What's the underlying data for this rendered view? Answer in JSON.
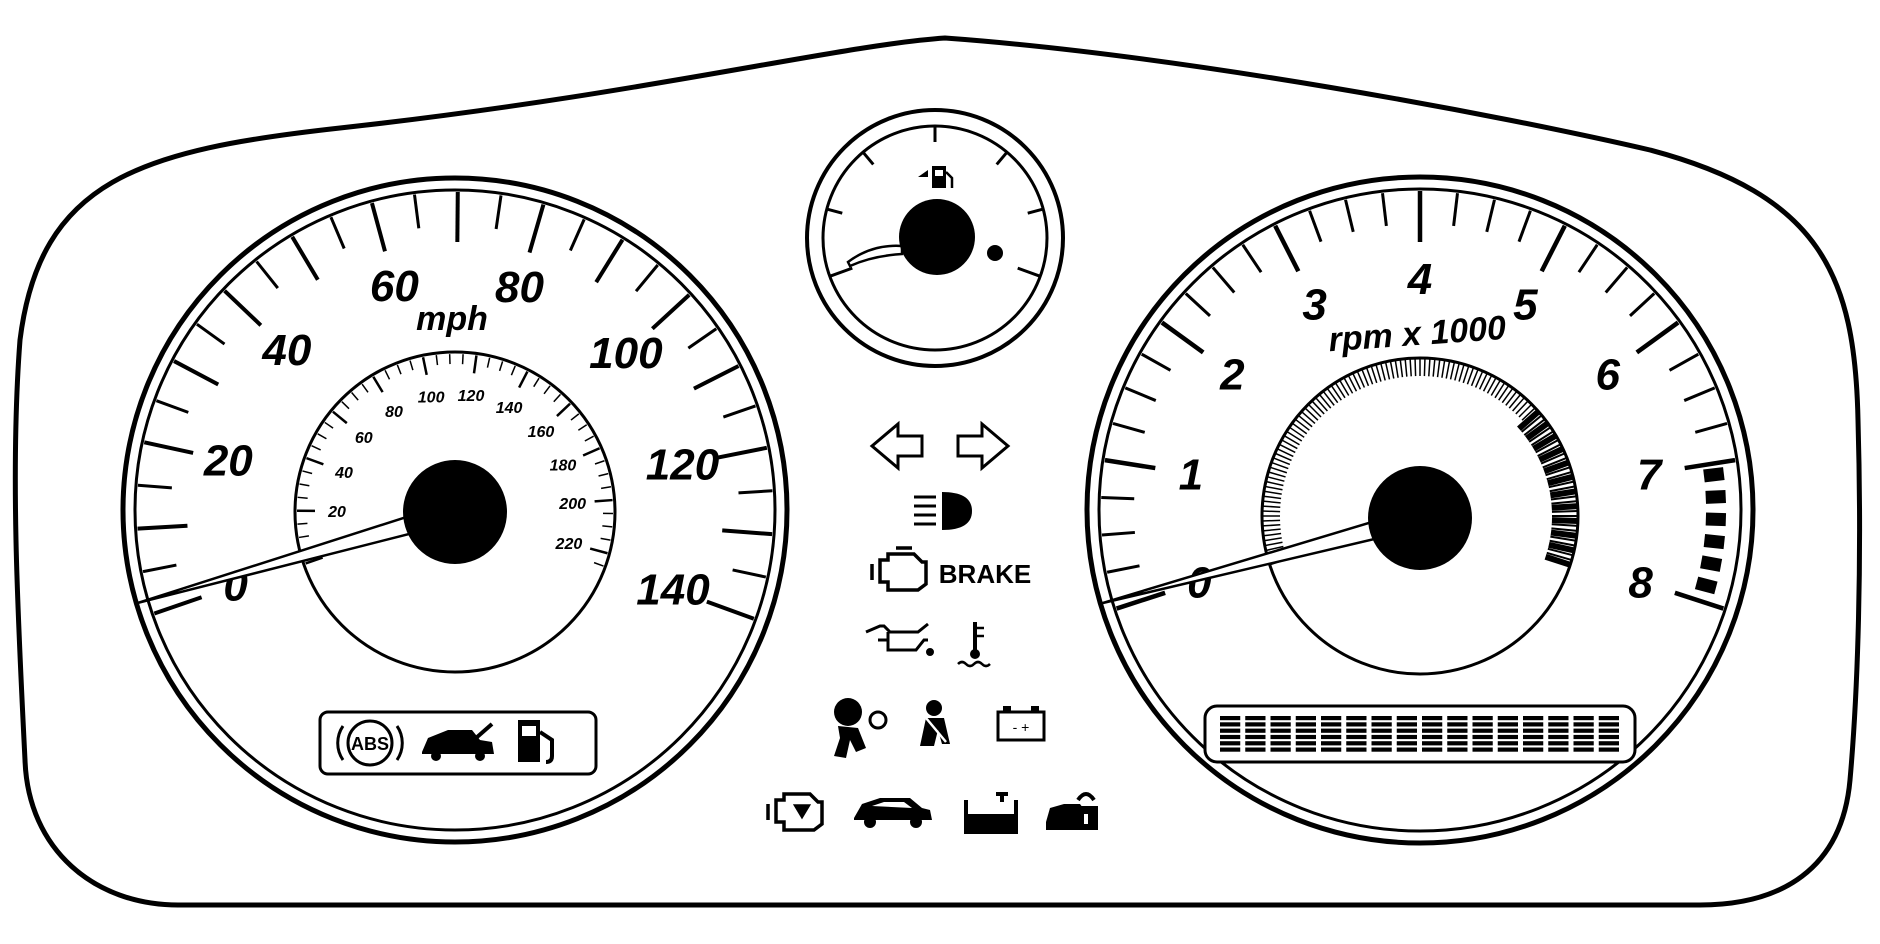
{
  "speedometer": {
    "unit_label": "mph",
    "mph_labels": [
      "0",
      "20",
      "40",
      "60",
      "80",
      "100",
      "120",
      "140"
    ],
    "mph_min": 0,
    "mph_max": 140,
    "kmh_labels": [
      "20",
      "40",
      "60",
      "80",
      "100",
      "120",
      "140",
      "160",
      "180",
      "200",
      "220"
    ],
    "kmh_max": 225,
    "needle_value": 0
  },
  "tachometer": {
    "unit_label": "rpm x 1000",
    "labels": [
      "0",
      "1",
      "2",
      "3",
      "4",
      "5",
      "6",
      "7",
      "8"
    ],
    "max": 8,
    "redline_start": 7,
    "needle_value": 0
  },
  "fuel_gauge": {
    "icon": "fuel-pump-icon",
    "direction_indicator": "left"
  },
  "indicators": {
    "brake_label": "BRAKE",
    "abs_label": "ABS",
    "battery_symbols": "- +",
    "icons": [
      "turn-left-arrow-icon",
      "turn-right-arrow-icon",
      "high-beam-icon",
      "check-engine-icon",
      "oil-pressure-icon",
      "coolant-temperature-icon",
      "airbag-icon",
      "seatbelt-icon",
      "battery-icon",
      "reduced-power-icon",
      "traction-car-icon",
      "fluid-level-icon",
      "security-lock-icon",
      "abs-icon",
      "trunk-open-icon",
      "fuel-door-icon"
    ]
  },
  "display": {
    "type": "dot-matrix",
    "segment_count": 16
  }
}
